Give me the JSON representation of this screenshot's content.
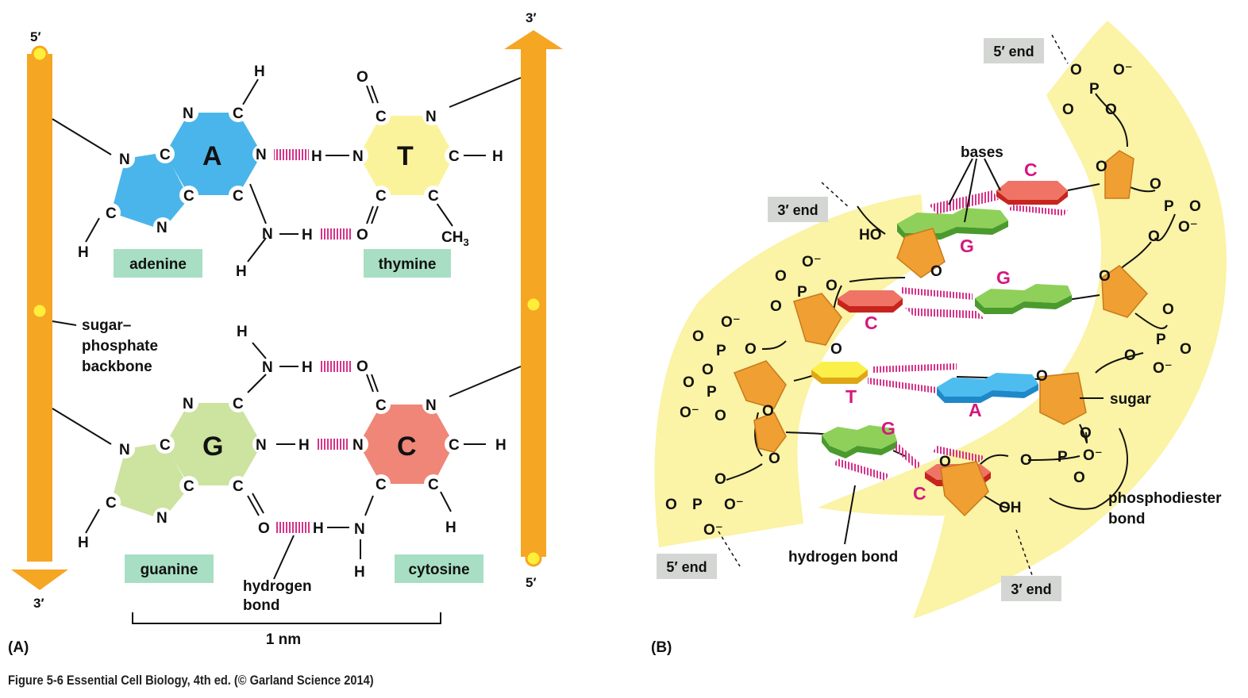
{
  "panel_a": {
    "panel_label": "(A)",
    "strand_left_top": "5′",
    "strand_left_bottom": "3′",
    "strand_right_top": "3′",
    "strand_right_bottom": "5′",
    "adenine_letter": "A",
    "thymine_letter": "T",
    "guanine_letter": "G",
    "cytosine_letter": "C",
    "adenine_label": "adenine",
    "thymine_label": "thymine",
    "guanine_label": "guanine",
    "cytosine_label": "cytosine",
    "backbone_label": [
      "sugar–",
      "phosphate",
      "backbone"
    ],
    "hbond_label": [
      "hydrogen",
      "bond"
    ],
    "scale_label": "1 nm",
    "atom_N": "N",
    "atom_C": "C",
    "atom_H": "H",
    "atom_O": "O",
    "methyl_CH": "CH",
    "methyl_sub": "3"
  },
  "panel_b": {
    "panel_label": "(B)",
    "five_end": "5′ end",
    "three_end": "3′ end",
    "bases_label": "bases",
    "sugar_label": "sugar",
    "hbond_label": "hydrogen bond",
    "phosphodiester_label": [
      "phosphodiester",
      "bond"
    ],
    "base_letters": [
      "C",
      "G",
      "G",
      "C",
      "T",
      "A",
      "G",
      "C"
    ],
    "HO": "HO",
    "OH": "OH",
    "O": "O",
    "P": "P",
    "O_minus": "O⁻"
  },
  "caption": "Figure 5-6  Essential Cell Biology, 4th ed. (© Garland Science 2014)",
  "colors": {
    "backbone": "#f5a623",
    "adenine": "#4ab5ea",
    "thymine": "#fbf39b",
    "guanine": "#cde3a0",
    "cytosine": "#ef8678",
    "label_box": "#a8dfc4",
    "hbond": "#d6338a",
    "helix_band": "#fbf3a5",
    "end_box": "#d3d6d3",
    "sugar": "#f0a033",
    "base_green": "#77c043",
    "base_red": "#e8433b",
    "base_blue": "#3aaae4",
    "base_yellow": "#f7e827",
    "magenta_text": "#d4187e"
  }
}
